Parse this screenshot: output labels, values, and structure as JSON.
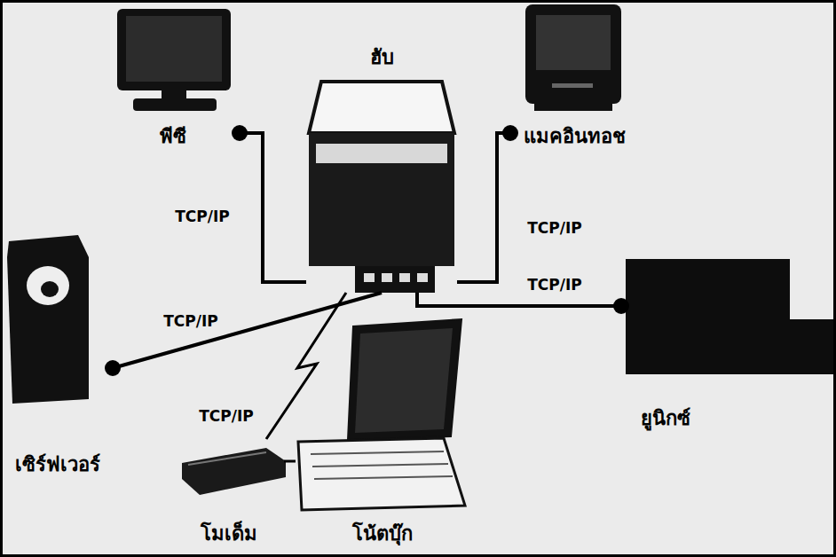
{
  "diagram": {
    "nodes": [
      {
        "text": [
          "พีซี"
        ]
      },
      {
        "text": [
          "ฮับ"
        ]
      },
      {
        "text": [
          "แมคอินทอช"
        ]
      },
      {
        "text": [
          "เซิร์ฟเวอร์"
        ]
      },
      {
        "text": [
          "ยูนิกซ์"
        ]
      },
      {
        "text": [
          "โมเด็ม"
        ]
      },
      {
        "text": [
          "โน้ตบุ๊ก"
        ]
      }
    ],
    "edges": [
      {
        "from": 0,
        "to": 1,
        "label": "TCP/IP",
        "arrow": "none"
      },
      {
        "from": 1,
        "to": 2,
        "label": "TCP/IP",
        "arrow": "none"
      },
      {
        "from": 1,
        "to": 4,
        "label": "TCP/IP",
        "arrow": "none"
      },
      {
        "from": 1,
        "to": 3,
        "label": "TCP/IP",
        "arrow": "none"
      },
      {
        "from": 1,
        "to": 5,
        "label": "TCP/IP",
        "arrow": "none"
      },
      {
        "from": 5,
        "to": 6,
        "arrow": "none"
      }
    ]
  }
}
